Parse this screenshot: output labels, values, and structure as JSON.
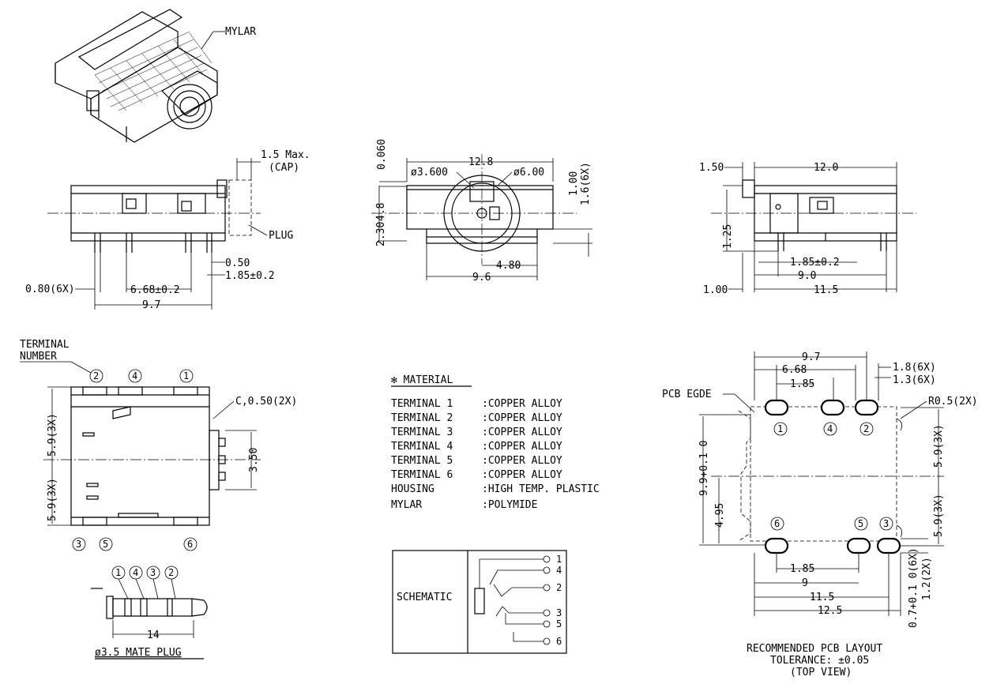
{
  "iso_view": {
    "mylar": "MYLAR"
  },
  "front_view": {
    "max_label": "1.5 Max.",
    "cap_label": "(CAP)",
    "plug_label": "PLUG",
    "d050": "0.50",
    "d185": "1.85±0.2",
    "d080": "0.80(6X)",
    "d668": "6.68±0.2",
    "d97": "9.7"
  },
  "end_view": {
    "d060": "0.060",
    "d128": "12.8",
    "d3600": "ø3.600",
    "d600": "ø6.00",
    "d100": "1.00",
    "d16": "1.6(6X)",
    "d48": "4.8",
    "d230": "2.30",
    "d480": "4.80",
    "d96": "9.6"
  },
  "side_view": {
    "d150": "1.50",
    "d120": "12.0",
    "d125": "1.25",
    "d185": "1.85±0.2",
    "d90": "9.0",
    "d100": "1.00",
    "d115": "11.5"
  },
  "bottom_view": {
    "terminal_number_1": "TERMINAL",
    "terminal_number_2": "NUMBER",
    "chamfer": "C,0.50(2X)",
    "d59a": "5.9(3X)",
    "d59b": "5.9(3X)",
    "d350": "3.50",
    "pins_top": [
      "2",
      "4",
      "1"
    ],
    "pins_bottom": [
      "3",
      "5",
      "6"
    ]
  },
  "plug": {
    "pins": [
      "1",
      "4",
      "3",
      "2"
    ],
    "length": "14",
    "caption": "ø3.5 MATE PLUG"
  },
  "material": {
    "heading": "✻ MATERIAL",
    "rows": [
      {
        "part": "TERMINAL  1",
        "material": ":COPPER ALLOY"
      },
      {
        "part": "TERMINAL  2",
        "material": ":COPPER ALLOY"
      },
      {
        "part": "TERMINAL  3",
        "material": ":COPPER ALLOY"
      },
      {
        "part": "TERMINAL  4",
        "material": ":COPPER ALLOY"
      },
      {
        "part": "TERMINAL  5",
        "material": ":COPPER ALLOY"
      },
      {
        "part": "TERMINAL  6",
        "material": ":COPPER ALLOY"
      },
      {
        "part": "HOUSING",
        "material": ":HIGH TEMP. PLASTIC"
      },
      {
        "part": "MYLAR",
        "material": ":POLYMIDE"
      }
    ]
  },
  "schematic": {
    "label": "SCHEMATIC",
    "pins": [
      "1",
      "4",
      "2",
      "3",
      "5",
      "6"
    ]
  },
  "pcb": {
    "d97": "9.7",
    "d668": "6.68",
    "d185": "1.85",
    "d18": "1.8(6X)",
    "d13": "1.3(6X)",
    "edge": "PCB EGDE",
    "r05": "R0.5(2X)",
    "d99": "9.9+0.1 0",
    "d495": "4.95",
    "d59a": "5.9(3X)",
    "d59b": "5.9(3X)",
    "pins_top": [
      "1",
      "4",
      "2"
    ],
    "pins_bottom": [
      "6",
      "5",
      "3"
    ],
    "b185": "1.85",
    "b9": "9",
    "b115": "11.5",
    "b125": "12.5",
    "d07": "0.7+0.1 0(6X)",
    "d12": "1.2(2X)",
    "caption1": "RECOMMENDED PCB LAYOUT",
    "caption2": "TOLERANCE: ±0.05",
    "caption3": "(TOP VIEW)"
  }
}
